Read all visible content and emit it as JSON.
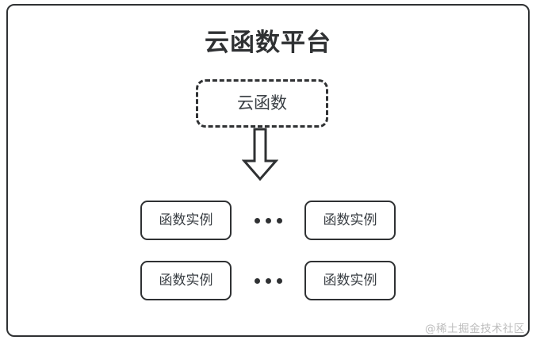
{
  "diagram": {
    "title": "云函数平台",
    "cloud_function": {
      "label": "云函数",
      "border_style": "dashed"
    },
    "arrow": {
      "icon": "down-block-arrow",
      "direction": "down"
    },
    "instance_rows": [
      {
        "left_instance": "函数实例",
        "ellipsis": "•••",
        "right_instance": "函数实例"
      },
      {
        "left_instance": "函数实例",
        "ellipsis": "•••",
        "right_instance": "函数实例"
      }
    ],
    "watermark": "@稀土掘金技术社区",
    "colors": {
      "stroke": "#2f3133",
      "text": "#3a3f44",
      "background": "#ffffff",
      "watermark": "#bdbdbd"
    }
  }
}
